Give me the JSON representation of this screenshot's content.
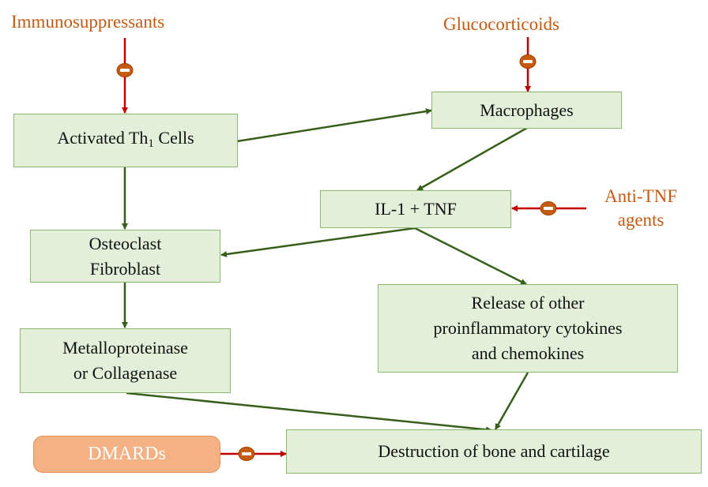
{
  "colors": {
    "box_fill": "#e3efd9",
    "box_border": "#8db870",
    "activation_arrow": "#375f1b",
    "inhibition_arrow": "#c00000",
    "inhibitor_badge": "#c55a11",
    "drug_text": "#c55a11",
    "dmard_fill": "#f4b183"
  },
  "drugs": {
    "immunosuppressants": "Immunosuppressants",
    "glucocorticoids": "Glucocorticoids",
    "anti_tnf_line1": "Anti-TNF",
    "anti_tnf_line2": "agents",
    "dmards": "DMARDs"
  },
  "nodes": {
    "th1": {
      "prefix": "Activated Th",
      "subscript": "1",
      "suffix": " Cells"
    },
    "macrophages": "Macrophages",
    "il1_tnf": "IL-1 + TNF",
    "osteoclast_line1": "Osteoclast",
    "osteoclast_line2": "Fibroblast",
    "mmp_line1": "Metalloproteinase",
    "mmp_line2": "or Collagenase",
    "release_line1": "Release of other",
    "release_line2": "proinflammatory cytokines",
    "release_line3": "and chemokines",
    "destruction": "Destruction of bone and cartilage"
  },
  "edges": [
    {
      "from": "Activated Th1 Cells",
      "to": "Macrophages",
      "type": "activation"
    },
    {
      "from": "Activated Th1 Cells",
      "to": "Osteoclast Fibroblast",
      "type": "activation"
    },
    {
      "from": "Macrophages",
      "to": "IL-1 + TNF",
      "type": "activation"
    },
    {
      "from": "IL-1 + TNF",
      "to": "Osteoclast Fibroblast",
      "type": "activation"
    },
    {
      "from": "IL-1 + TNF",
      "to": "Release of other proinflammatory cytokines and chemokines",
      "type": "activation"
    },
    {
      "from": "Osteoclast Fibroblast",
      "to": "Metalloproteinase or Collagenase",
      "type": "activation"
    },
    {
      "from": "Metalloproteinase or Collagenase",
      "to": "Destruction of bone and cartilage",
      "type": "activation"
    },
    {
      "from": "Release of other proinflammatory cytokines and chemokines",
      "to": "Destruction of bone and cartilage",
      "type": "activation"
    },
    {
      "from": "Immunosuppressants",
      "to": "Activated Th1 Cells",
      "type": "inhibition"
    },
    {
      "from": "Glucocorticoids",
      "to": "Macrophages",
      "type": "inhibition"
    },
    {
      "from": "Anti-TNF agents",
      "to": "IL-1 + TNF",
      "type": "inhibition"
    },
    {
      "from": "DMARDs",
      "to": "Destruction of bone and cartilage",
      "type": "inhibition"
    }
  ]
}
